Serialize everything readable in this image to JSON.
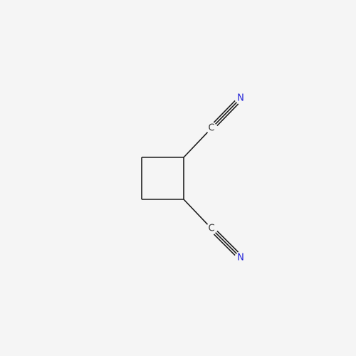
{
  "molecule": {
    "atoms": [
      {
        "id": "c1",
        "symbol": "",
        "element": "C"
      },
      {
        "id": "c2",
        "symbol": "",
        "element": "C"
      },
      {
        "id": "c3",
        "symbol": "",
        "element": "C"
      },
      {
        "id": "c4",
        "symbol": "",
        "element": "C"
      },
      {
        "id": "c5",
        "symbol": "C",
        "element": "C"
      },
      {
        "id": "n1",
        "symbol": "N",
        "element": "N"
      },
      {
        "id": "c6",
        "symbol": "C",
        "element": "C"
      },
      {
        "id": "n2",
        "symbol": "N",
        "element": "N"
      }
    ],
    "bonds": [
      {
        "from": "c1",
        "to": "c2",
        "order": 1
      },
      {
        "from": "c2",
        "to": "c3",
        "order": 1
      },
      {
        "from": "c3",
        "to": "c4",
        "order": 1
      },
      {
        "from": "c4",
        "to": "c1",
        "order": 1
      },
      {
        "from": "c1",
        "to": "c5",
        "order": 1
      },
      {
        "from": "c5",
        "to": "n1",
        "order": 3
      },
      {
        "from": "c2",
        "to": "c6",
        "order": 1
      },
      {
        "from": "c6",
        "to": "n2",
        "order": 3
      }
    ]
  },
  "colors": {
    "background": "#f5f5f5",
    "bond": "#1a1a1a",
    "carbon": "#333333",
    "nitrogen": "#1f1fd6"
  }
}
